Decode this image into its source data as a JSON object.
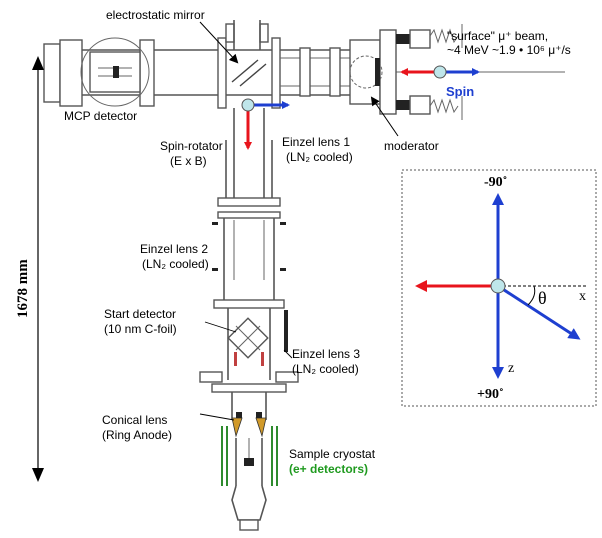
{
  "labels": {
    "electrostatic_mirror": "electrostatic mirror",
    "beam_line1": "\"surface\" μ⁺ beam,",
    "beam_line2": "~4 MeV ~1.9 • 10⁶ μ⁺/s",
    "mcp_detector": "MCP detector",
    "spin": "Spin",
    "einzel1_line1": "Einzel lens 1",
    "einzel1_line2": "(LN₂ cooled)",
    "moderator": "moderator",
    "spin_rotator_line1": "Spin-rotator",
    "spin_rotator_line2": "(E x B)",
    "einzel2_line1": "Einzel lens 2",
    "einzel2_line2": "(LN₂ cooled)",
    "length": "1678 mm",
    "start_detector_line1": "Start detector",
    "start_detector_line2": "(10 nm C-foil)",
    "einzel3_line1": "Einzel lens 3",
    "einzel3_line2": "(LN₂ cooled)",
    "conical_lens_line1": "Conical lens",
    "conical_lens_line2": "(Ring Anode)",
    "sample_cryostat": "Sample cryostat",
    "e_detectors": "(e+ detectors)"
  },
  "inset": {
    "top_angle": "-90˚",
    "bottom_angle": "+90˚",
    "axis_x": "x",
    "axis_z": "z",
    "angle_symbol": "θ"
  },
  "colors": {
    "red_arrow": "#e8141c",
    "blue_arrow": "#1e3fd0",
    "green_text": "#1f9a1f",
    "green_detector": "#2e8b2e",
    "spin_text": "#1e3fd0",
    "muon_dot": "#bfe6ea"
  }
}
